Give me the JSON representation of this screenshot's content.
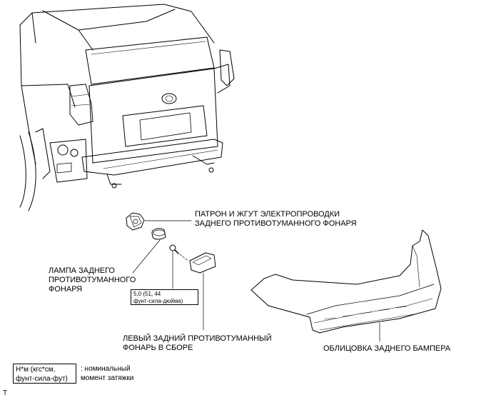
{
  "labels": {
    "socket_harness": [
      "ПАТРОН И ЖГУТ ЭЛЕКТРОПРОВОДКИ",
      "ЗАДНЕГО ПРОТИВОТУМАННОГО ФОНАРЯ"
    ],
    "fog_lamp_bulb": [
      "ЛАМПА ЗАДНЕГО",
      "ПРОТИВОТУМАННОГО",
      "ФОНАРЯ"
    ],
    "fog_lamp_assembly": [
      "ЛЕВЫЙ ЗАДНИЙ ПРОТИВОТУМАННЫЙ",
      "ФОНАРЬ В СБОРЕ"
    ],
    "bumper_cover": [
      "ОБЛИЦОВКА ЗАДНЕГО БАМПЕРА"
    ]
  },
  "torque": [
    "5,0 (51, 44",
    "фунт-сила-дюйма)"
  ],
  "legend": {
    "unit": [
      "Н*м (кгс*см,",
      "фунт-сила-фут)"
    ],
    "description": [
      ": номинальный",
      "момент затяжки"
    ]
  },
  "corner_marker": "T"
}
